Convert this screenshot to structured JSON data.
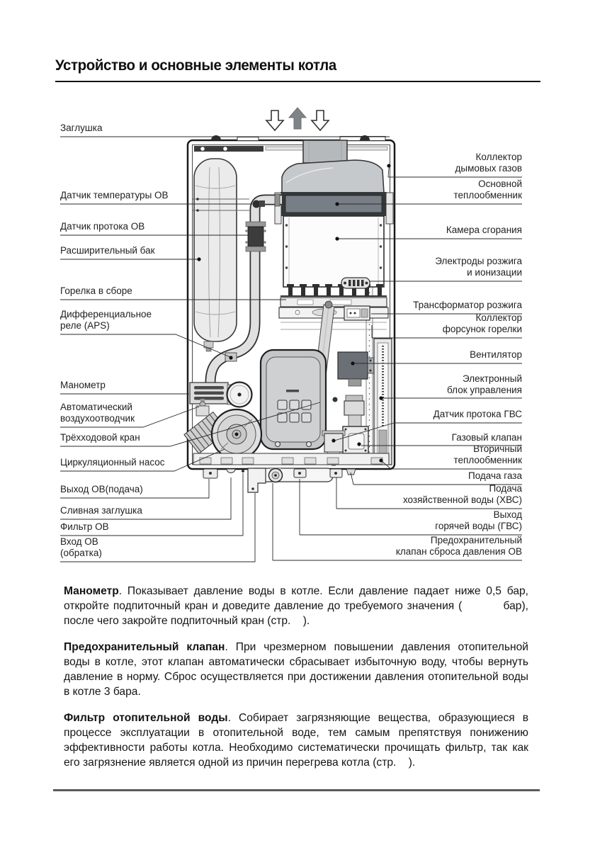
{
  "page": {
    "title": "Устройство и основные элементы котла"
  },
  "diagram": {
    "top_arrows": [
      "down-arrow",
      "up-arrow",
      "down-arrow"
    ],
    "labels_left": [
      {
        "text": "Заглушка"
      },
      {
        "text": "Датчик температуры ОВ"
      },
      {
        "text": "Датчик протока ОВ"
      },
      {
        "text": "Расширительный бак"
      },
      {
        "text": "Горелка в сборе"
      },
      {
        "text": "Дифференциальное\nреле (APS)"
      },
      {
        "text": "Манометр"
      },
      {
        "text": "Автоматический\nвоздухоотводчик"
      },
      {
        "text": "Трёхходовой кран"
      },
      {
        "text": "Циркуляционный насос"
      },
      {
        "text": "Выход ОВ(подача)"
      },
      {
        "text": "Сливная заглушка"
      },
      {
        "text": "Фильтр ОВ"
      },
      {
        "text": "Вход ОВ\n(обратка)"
      }
    ],
    "labels_right": [
      {
        "text": "Коллектор\nдымовых газов"
      },
      {
        "text": "Основной\nтеплообменник"
      },
      {
        "text": "Камера сгорания"
      },
      {
        "text": "Электроды розжига\nи ионизации"
      },
      {
        "text": "Трансформатор розжига"
      },
      {
        "text": "Коллектор\nфорсунок горелки"
      },
      {
        "text": "Вентилятор"
      },
      {
        "text": "Электронный\nблок управления"
      },
      {
        "text": "Датчик протока ГВС"
      },
      {
        "text": "Газовый клапан"
      },
      {
        "text": "Вторичный\nтеплообменник"
      },
      {
        "text": "Подача газа"
      },
      {
        "text": "Подача\nхозяйственной воды (ХВС)"
      },
      {
        "text": "Выход\nгорячей воды (ГВС)"
      },
      {
        "text": "Предохранительный\nклапан сброса давления ОВ"
      }
    ]
  },
  "paragraphs": [
    {
      "term": "Манометр",
      "text": ". Показывает давление воды в котле. Если давление падает ниже 0,5 бар, откройте подпиточный кран и доведите давление до требуемого значения (          бар), после чего закройте подпиточный кран (стр.    )."
    },
    {
      "term": "Предохранительный клапан",
      "text": ". При чрезмерном повышении давления отопительной воды в котле, этот клапан автоматически сбрасывает избыточную воду, чтобы вернуть давление в норму. Сброс осуществляется при достижении давления отопительной воды в котле 3 бара."
    },
    {
      "term": "Фильтр отопительной воды",
      "text": ". Собирает загрязняющие вещества, образующиеся в процессе эксплуатации в отопительной воде, тем самым препятствуя понижению эффективности работы котла. Необходимо систематически прочищать фильтр, так как его загрязнение является одной из причин перегрева котла (стр.    )."
    }
  ],
  "colors": {
    "leader_line": "#2a2a2a",
    "heat_exchanger_band": "#787e85",
    "fan_box": "#6b7076",
    "panel_gray": "#c4c6c8",
    "footer_rule": "#5a5a5a"
  }
}
